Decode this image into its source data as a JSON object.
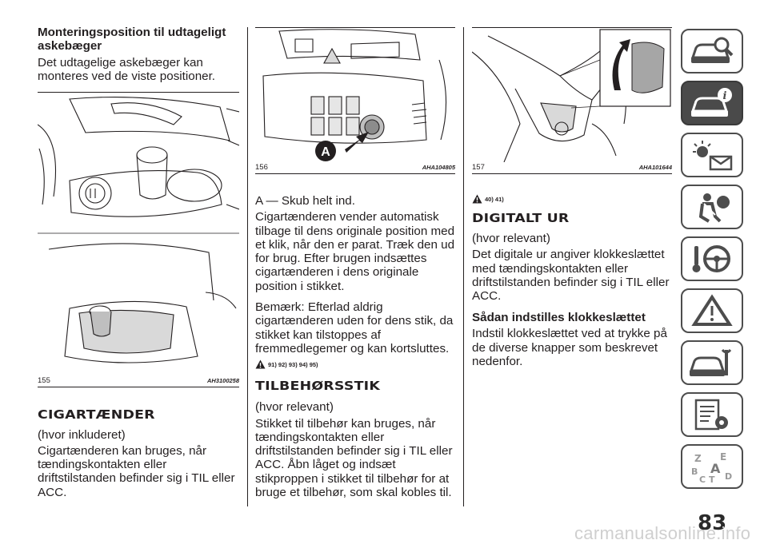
{
  "col1": {
    "subheading": "Monteringsposition til udtageligt askebæger",
    "intro": "Det udtagelige askebæger kan monteres ved de viste positioner.",
    "figure": {
      "number": "155",
      "code": "AH3100258"
    },
    "heading": "CIGARTÆNDER",
    "availability": "(hvor inkluderet)",
    "body": "Cigartænderen kan bruges, når tændingskontakten eller driftstilstanden befinder sig i TIL eller ACC."
  },
  "col2": {
    "figure": {
      "number": "156",
      "code": "AHA104805",
      "callout": "A"
    },
    "label_a": "A — Skub helt ind.",
    "para1": "Cigartænderen vender automatisk tilbage til dens originale position med et klik, når den er parat. Træk den ud for brug. Efter brugen indsættes cigartænderen i dens originale position i stikket.",
    "note": "Bemærk: Efterlad aldrig cigartænderen uden for dens stik, da stikket kan tilstoppes af fremmedlegemer og kan kortsluttes.",
    "warning_refs": "91) 92) 93) 94) 95)",
    "heading": "TILBEHØRSSTIK",
    "availability": "(hvor relevant)",
    "body": "Stikket til tilbehør kan bruges, når tændingskontakten eller driftstilstanden befinder sig i TIL eller ACC. Åbn låget og indsæt stikproppen i stikket til tilbehør for at bruge et tilbehør, som skal kobles til."
  },
  "col3": {
    "figure": {
      "number": "157",
      "code": "AHA101644"
    },
    "warning_refs": "40) 41)",
    "heading": "DIGITALT UR",
    "availability": "(hvor relevant)",
    "body": "Det digitale ur angiver klokkeslættet med tændingskontakten eller driftstilstanden befinder sig i TIL eller ACC.",
    "subheading": "Sådan indstilles klokkeslættet",
    "body2": "Indstil klokkeslættet ved at trykke på de diverse knapper som beskrevet nedenfor."
  },
  "sidebar": {
    "tabs": [
      {
        "icon": "car-magnifier-icon",
        "active": false
      },
      {
        "icon": "car-info-icon",
        "active": true
      },
      {
        "icon": "warning-lights-message-icon",
        "active": false
      },
      {
        "icon": "airbag-seatbelt-icon",
        "active": false
      },
      {
        "icon": "steering-key-icon",
        "active": false
      },
      {
        "icon": "emergency-triangle-icon",
        "active": false
      },
      {
        "icon": "car-wrench-icon",
        "active": false
      },
      {
        "icon": "spec-sheet-gear-icon",
        "active": false
      },
      {
        "icon": "alphabet-index-icon",
        "active": false
      }
    ]
  },
  "page_number": "83",
  "watermark": "carmanualsonline.info",
  "colors": {
    "text": "#231f20",
    "tab_border": "#4d4d4d",
    "tab_active": "#4a4a4a"
  }
}
